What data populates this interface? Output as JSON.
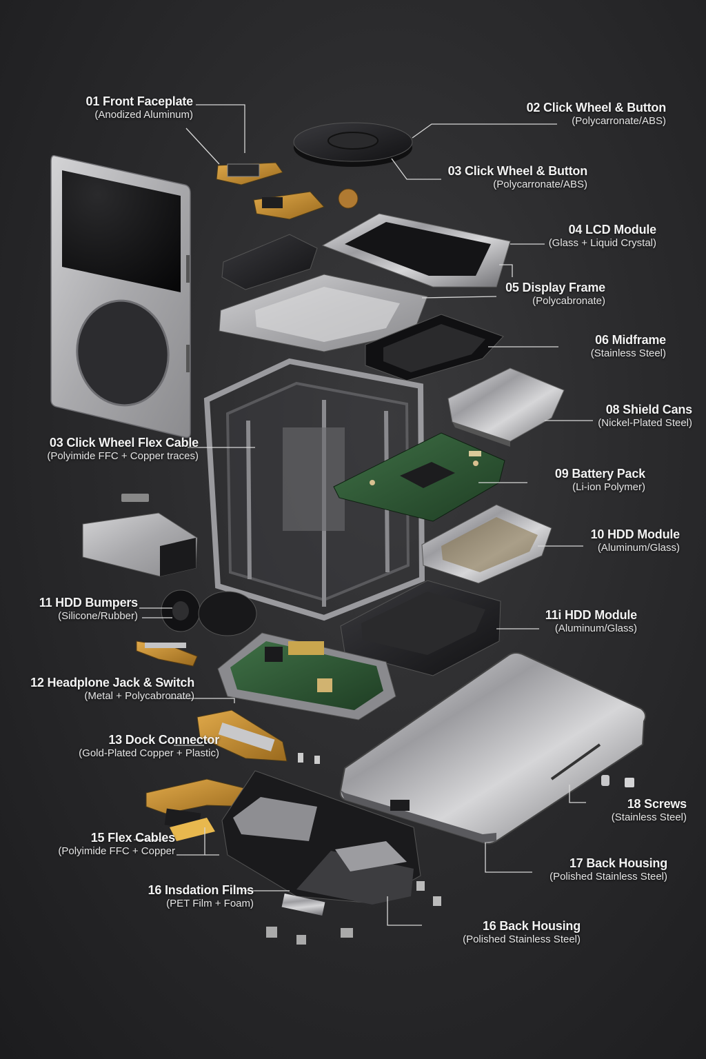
{
  "diagram": {
    "type": "exploded-view",
    "subject": "Portable media player teardown",
    "background_color": "#2b2b2d",
    "label_color": "#f2f2f2",
    "leader_line_color": "#d8d8d8"
  },
  "labels": [
    {
      "id": "front-faceplate",
      "title": "01 Front Faceplate",
      "material": "(Anodized Aluminum)"
    },
    {
      "id": "click-wheel-02",
      "title": "02 Click Wheel & Button",
      "material": "(Polycarronate/ABS)"
    },
    {
      "id": "click-wheel-03",
      "title": "03 Click Wheel & Button",
      "material": "(Polycarronate/ABS)"
    },
    {
      "id": "lcd-module",
      "title": "04 LCD Module",
      "material": "(Glass + Liquid Crystal)"
    },
    {
      "id": "display-frame",
      "title": "05 Display Frame",
      "material": "(Polycabronate)"
    },
    {
      "id": "midframe",
      "title": "06 Midframe",
      "material": "(Stainless Steel)"
    },
    {
      "id": "shield-cans",
      "title": "08 Shield Cans",
      "material": "(Nickel-Plated Steel)"
    },
    {
      "id": "click-wheel-flex",
      "title": "03 Click Wheel Flex Cable",
      "material": "(Polyimide FFC + Copper traces)"
    },
    {
      "id": "battery-pack",
      "title": "09 Battery Pack",
      "material": "(Li-ion Polymer)"
    },
    {
      "id": "hdd-module-10",
      "title": "10 HDD Module",
      "material": "(Aluminum/Glass)"
    },
    {
      "id": "hdd-bumpers",
      "title": "11 HDD Bumpers",
      "material": "(Silicone/Rubber)"
    },
    {
      "id": "hdd-module-11i",
      "title": "11i HDD Module",
      "material": "(Aluminum/Glass)"
    },
    {
      "id": "headphone-jack",
      "title": "12 Headplone Jack & Switch",
      "material": "(Metal + Polycabronate)"
    },
    {
      "id": "dock-connector",
      "title": "13 Dock Connector",
      "material": "(Gold-Plated Copper + Plastic)"
    },
    {
      "id": "flex-cables",
      "title": "15 Flex Cables",
      "material": "(Polyimide FFC + Copper"
    },
    {
      "id": "screws",
      "title": "18 Screws",
      "material": "(Stainless Steel)"
    },
    {
      "id": "insulation-films",
      "title": "16 Insdation Films",
      "material": "(PET Film + Foam)"
    },
    {
      "id": "back-housing-17",
      "title": "17 Back Housing",
      "material": "(Polished Stainless Steel)"
    },
    {
      "id": "back-housing-16",
      "title": "16 Back Housing",
      "material": "(Polished Stainless Steel)"
    }
  ],
  "components": [
    {
      "name": "front-faceplate",
      "color": "#b9b9bb"
    },
    {
      "name": "click-wheel",
      "color": "#1e1e20"
    },
    {
      "name": "lcd-module",
      "color": "#9a9a9c"
    },
    {
      "name": "display-frame",
      "color": "#bdbdbf"
    },
    {
      "name": "midframe",
      "color": "#7e7e82"
    },
    {
      "name": "shield-cans",
      "color": "#c2c2c4"
    },
    {
      "name": "logic-board",
      "color": "#2f5a36"
    },
    {
      "name": "battery-pack",
      "color": "#c8c8ca"
    },
    {
      "name": "hdd-module",
      "color": "#26262a"
    },
    {
      "name": "back-housing",
      "color": "#d0d0d2"
    },
    {
      "name": "flex-cables",
      "color": "#c8922e"
    },
    {
      "name": "insulation-films",
      "color": "#3d3d40"
    }
  ]
}
